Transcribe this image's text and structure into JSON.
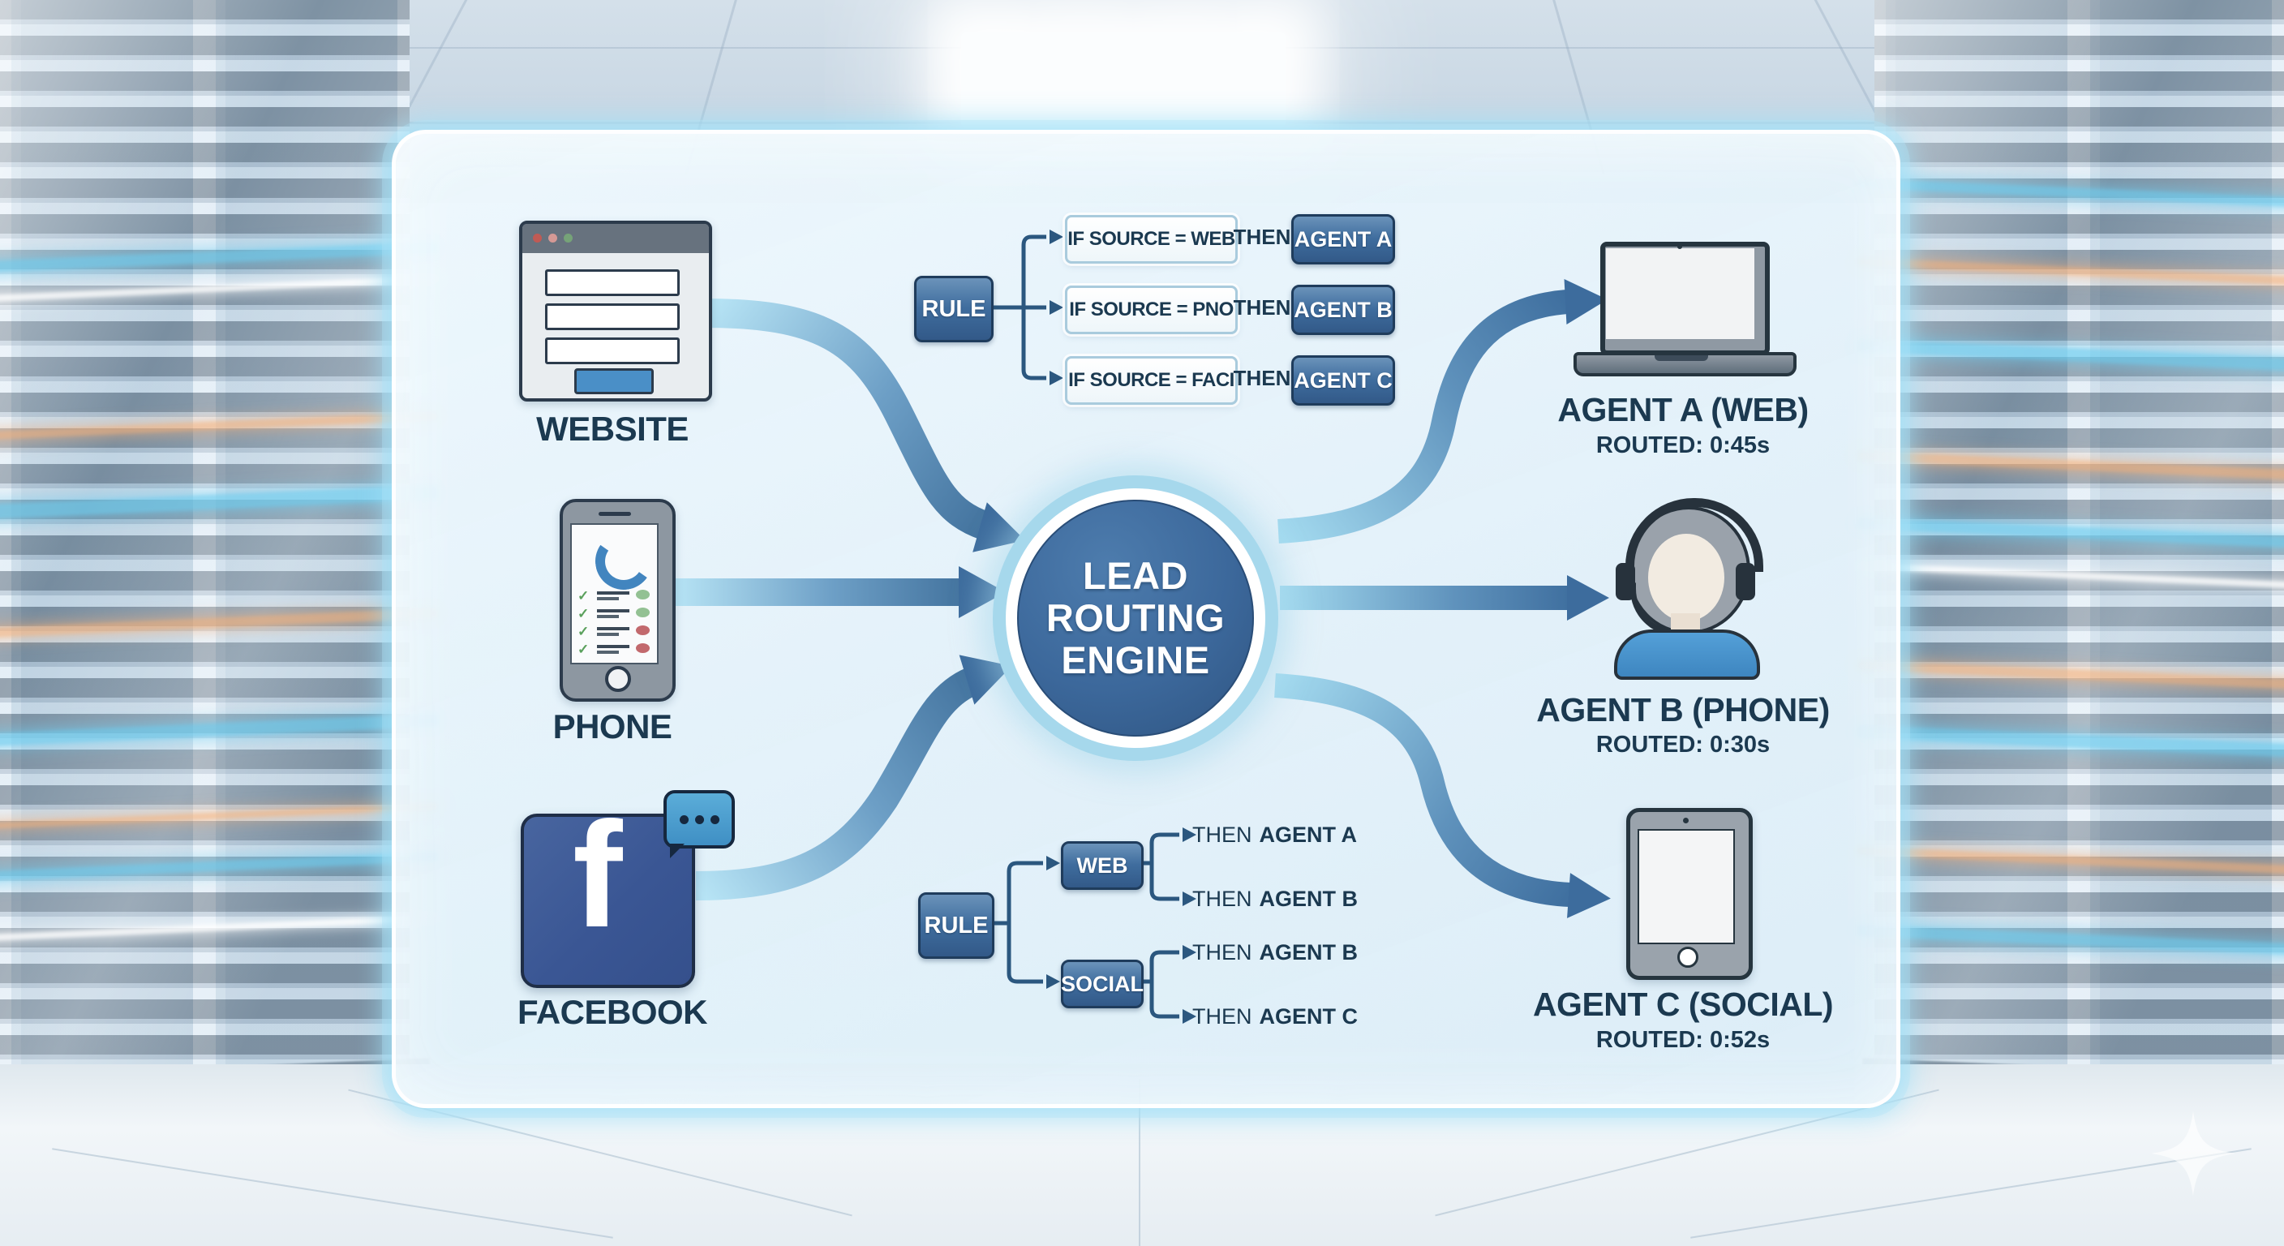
{
  "engine": {
    "line1": "LEAD",
    "line2": "ROUTING",
    "line3": "ENGINE"
  },
  "sources": [
    {
      "label": "WEBSITE",
      "icon": "browser-window-icon"
    },
    {
      "label": "PHONE",
      "icon": "smartphone-call-checklist-icon"
    },
    {
      "label": "FACEBOOK",
      "icon": "facebook-f-icon"
    }
  ],
  "top_rules": {
    "rule_label": "RULE",
    "rows": [
      {
        "condition": "IF SOURCE = WEB",
        "then_label": "THEN",
        "agent": "AGENT A"
      },
      {
        "condition": "IF SOURCE = PNO",
        "then_label": "THEN",
        "agent": "AGENT B"
      },
      {
        "condition": "IF SOURCE = FACI",
        "then_label": "THEN",
        "agent": "AGENT C"
      }
    ]
  },
  "bottom_rules": {
    "rule_label": "RULE",
    "branches": [
      {
        "label": "WEB",
        "outcomes": [
          {
            "prefix": "THEN",
            "agent": "AGENT A"
          },
          {
            "prefix": "THEN",
            "agent": "AGENT B"
          }
        ]
      },
      {
        "label": "SOCIAL",
        "outcomes": [
          {
            "prefix": "THEN",
            "agent": "AGENT B"
          },
          {
            "prefix": "THEN",
            "agent": "AGENT C"
          }
        ]
      }
    ]
  },
  "agents": [
    {
      "name": "AGENT A (WEB)",
      "routed": "ROUTED: 0:45s",
      "icon": "laptop-icon"
    },
    {
      "name": "AGENT B (PHONE)",
      "routed": "ROUTED: 0:30s",
      "icon": "support-agent-icon"
    },
    {
      "name": "AGENT C (SOCIAL)",
      "routed": "ROUTED: 0:52s",
      "icon": "tablet-icon"
    }
  ],
  "colors": {
    "navy_text": "#1b3950",
    "steel_blue": "#3f6d9e",
    "light_cyan": "#a6d8ec",
    "panel_bg": "#e8f3fa",
    "arrow_head": "#3d6c9d",
    "facebook_blue": "#3d5a96",
    "bubble_blue": "#4798cc",
    "agent_shirt_blue": "#4796cf"
  }
}
